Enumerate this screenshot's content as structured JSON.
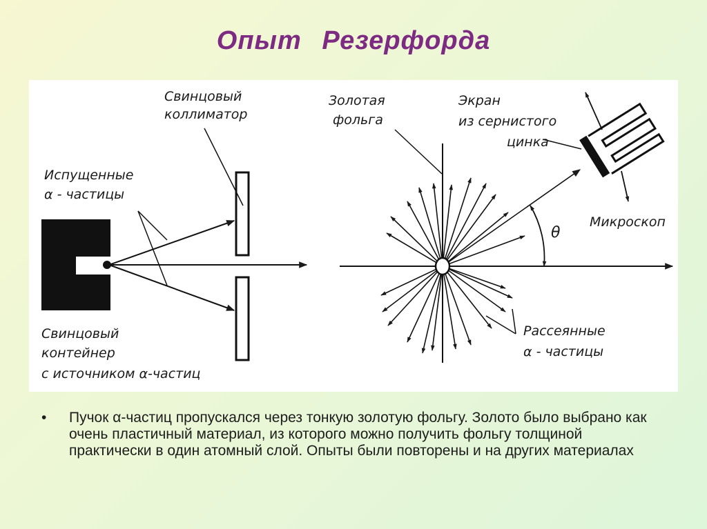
{
  "slide": {
    "title": "Опыт Резерфорда"
  },
  "diagram": {
    "labels": {
      "collimator_line1": "Свинцовый",
      "collimator_line2": "коллиматор",
      "emitted_line1": "Испущенные",
      "emitted_line2": "α - частицы",
      "container_line1": "Свинцовый",
      "container_line2": "контейнер",
      "container_line3": "с источником α-частиц",
      "foil_line1": "Золотая",
      "foil_line2": "фольга",
      "screen_line1": "Экран",
      "screen_line2": "из сернистого",
      "screen_line3": "цинка",
      "microscope": "Микроскоп",
      "theta": "θ",
      "scattered_line1": "Рассеянные",
      "scattered_line2": "α - частицы"
    }
  },
  "caption": {
    "bullet": "•",
    "text": "Пучок α-частиц пропускался через тонкую золотую фольгу. Золото было выбрано как очень пластичный материал, из которого можно получить фольгу толщиной практически в один атомный слой. Опыты были повторены и на других материалах"
  },
  "colors": {
    "title": "#7d2a82",
    "ink": "#1a1a1a",
    "background_start": "#f7f7d2",
    "background_end": "#def6da"
  }
}
